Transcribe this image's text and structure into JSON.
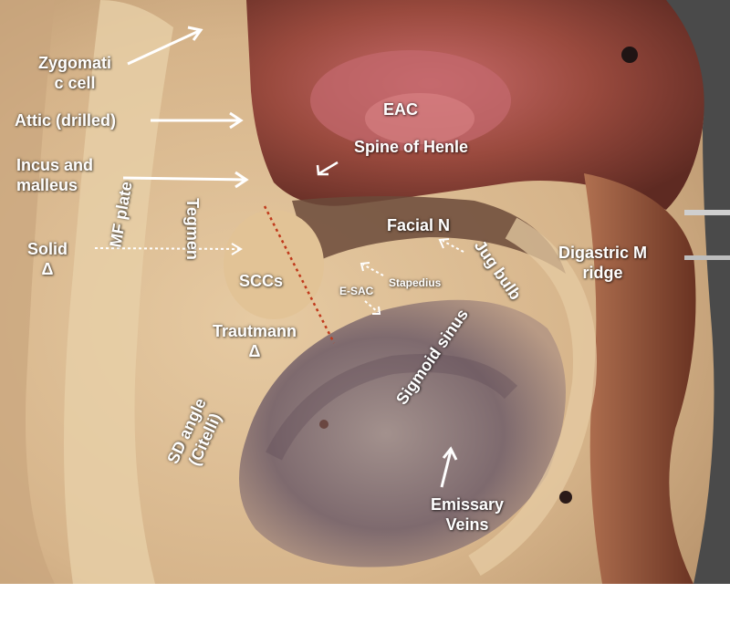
{
  "labels": {
    "zygomatic": "Zygomati\nc cell",
    "attic": "Attic (drilled)",
    "incus": "Incus and\nmalleus",
    "solid": "Solid\nΔ",
    "mf_plate": "MF plate",
    "tegmen": "Tegmen",
    "eac": "EAC",
    "spine": "Spine of Henle",
    "facial": "Facial N",
    "jug": "Jug bulb",
    "stapedius": "Stapedius",
    "esac": "E-SAC",
    "digastric": "Digastric M\nridge",
    "sccs": "SCCs",
    "trautmann": "Trautmann\nΔ",
    "sigmoid": "Sigmoid sinus",
    "sd_angle": "SD angle\n(Citelli)",
    "emissary": "Emissary\nVeins"
  },
  "colors": {
    "bone": "#d9b98e",
    "tissue": "#9c4a3c",
    "sinus": "#7f6c72",
    "trautmann_line": "#c0391b"
  }
}
